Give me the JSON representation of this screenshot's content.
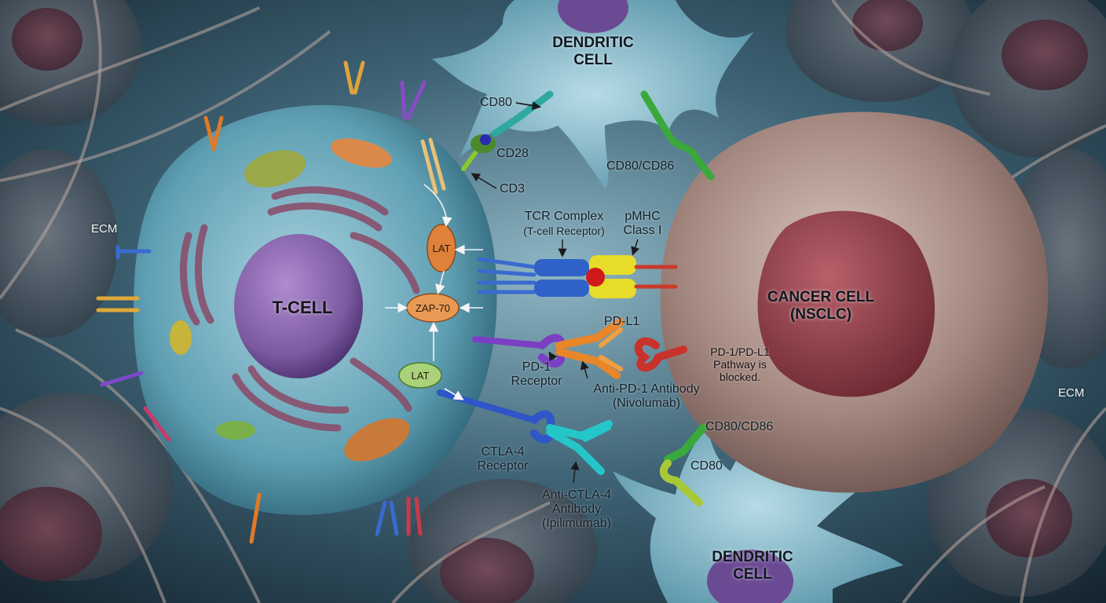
{
  "cells": {
    "t_cell": "T-CELL",
    "dendritic_top": [
      "DENDRITIC",
      "CELL"
    ],
    "dendritic_bottom": [
      "DENDRITIC",
      "CELL"
    ],
    "cancer": [
      "CANCER CELL",
      "(NSCLC)"
    ]
  },
  "ecm": {
    "left": "ECM",
    "right": "ECM"
  },
  "molecules": {
    "cd80_top": "CD80",
    "cd28": "CD28",
    "cd3": "CD3",
    "cd80_cd86_top": "CD80/CD86",
    "tcr": [
      "TCR Complex",
      "(T-cell Receptor)"
    ],
    "pmhc": [
      "pMHC",
      "Class I"
    ],
    "pdl1": "PD-L1",
    "pd1": [
      "PD-1",
      "Receptor"
    ],
    "anti_pd1": [
      "Anti-PD-1 Antibody",
      "(Nivolumab)"
    ],
    "ctla4": [
      "CTLA-4",
      "Receptor"
    ],
    "anti_ctla4": [
      "Anti-CTLA-4",
      "Antibody",
      "(Ipilimumab)"
    ],
    "cd80_cd86_bottom": "CD80/CD86",
    "cd80_bottom": "CD80"
  },
  "signaling": {
    "lat_top": "LAT",
    "zap70": "ZAP-70",
    "lat_bottom": "LAT"
  },
  "annotation": [
    "PD-1/PD-L1",
    "Pathway is",
    "blocked."
  ],
  "colors": {
    "background": "#1d3444",
    "t_cell": "#5f9fb3",
    "nucleus": "#7b5aa0",
    "cancer_cell": "#9c7f78",
    "cancer_nucleus": "#8a3a44",
    "dendritic": "#7fb3c6",
    "tcr": "#2f62c8",
    "pmhc": "#e8dc2a",
    "pd1": "#7a3fc4",
    "anti_pd1": "#e8862a",
    "pdl1": "#c8322a",
    "ctla4": "#2f55c8",
    "anti_ctla4": "#25c6c8",
    "cd80": "#3aa83a"
  }
}
